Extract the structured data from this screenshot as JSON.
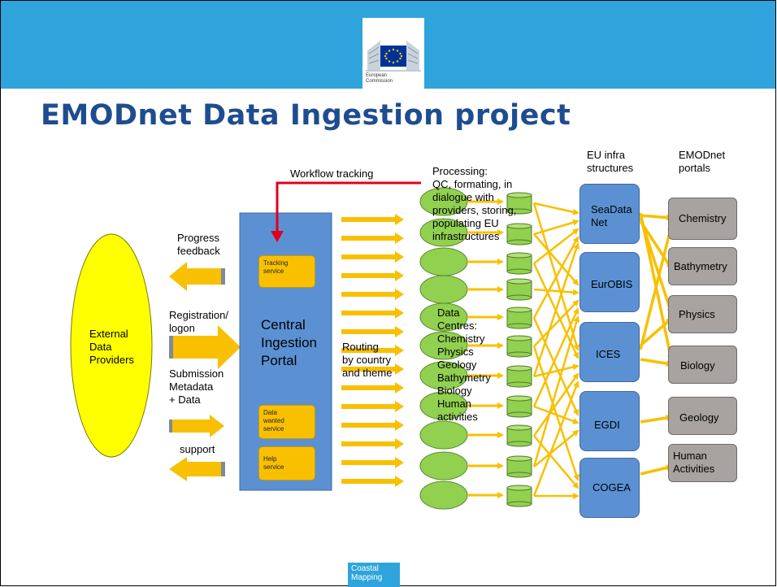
{
  "slide": {
    "title": "EMODnet Data Ingestion project",
    "logo_text": "European\nCommission",
    "footer_logo_text": "Coastal\nMapping"
  },
  "labels": {
    "workflow_tracking": "Workflow tracking",
    "processing": "Processing:\nQC, formating, in\ndialogue with\nproviders, storing,\npopulating EU\ninfrastructures",
    "eu_infra_header": "EU infra\nstructures",
    "emodnet_header": "EMODnet\nportals",
    "progress_feedback": "Progress\nfeedback",
    "registration": "Registration/\nlogon",
    "submission": "Submission\nMetadata\n+ Data",
    "support": "support",
    "external_providers": "External\nData\nProviders",
    "central_portal": "Central\nIngestion\nPortal",
    "routing": "Routing\nby country\nand theme",
    "data_centres": "Data\nCentres:\nChemistry\nPhysics\nGeology\nBathymetry\nBiology\nHuman\nactivities"
  },
  "services": {
    "tracking": "Tracking\nservice",
    "data_wanted": "Data\nwanted\nservice",
    "help": "Help\nservice"
  },
  "infrastructures": [
    "SeaData\nNet",
    "EurOBIS",
    "ICES",
    "EGDI",
    "COGEA"
  ],
  "portals": [
    "Chemistry",
    "Bathymetry",
    "Physics",
    "Biology",
    "Geology",
    "Human\nActivities"
  ],
  "colors": {
    "banner": "#2fa4dc",
    "title": "#1e4d8f",
    "portal_blue": "#5b91d3",
    "arrow_yellow": "#f8c000",
    "ellipse_yellow": "#ffff00",
    "node_green": "#92d050",
    "portal_grey": "#a8a3a1",
    "tracking_red": "#e0001b"
  }
}
